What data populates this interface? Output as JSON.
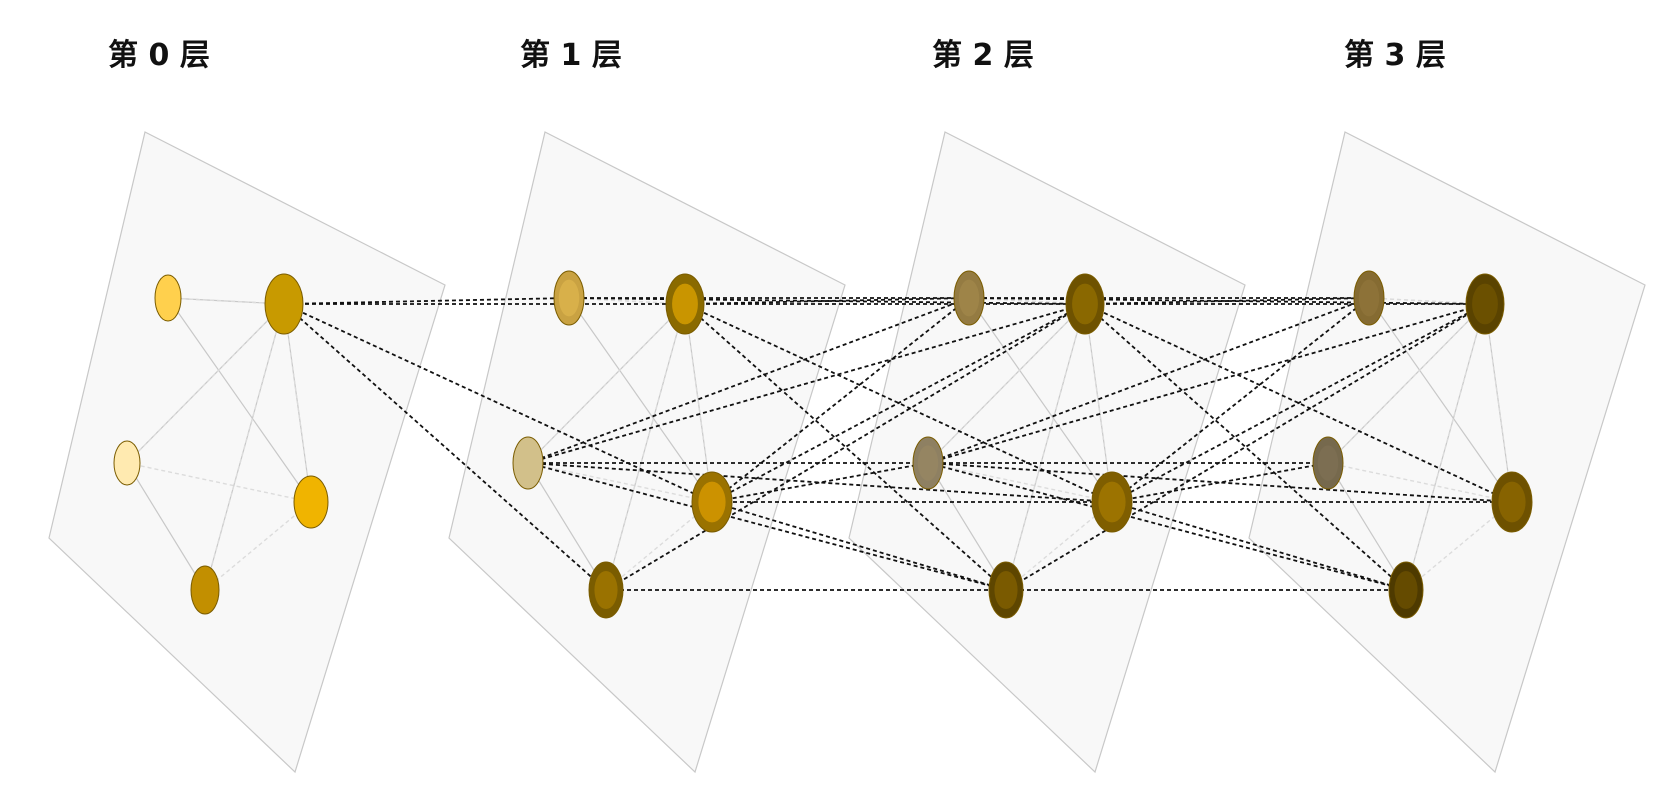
{
  "layers": [
    {
      "title": "第 0 层"
    },
    {
      "title": "第 1 层"
    },
    {
      "title": "第 2 层"
    },
    {
      "title": "第 3 层"
    }
  ],
  "colors": {
    "plane_fill": "#f8f8f8",
    "plane_stroke": "#c8c8c8",
    "intra_edge": "#c8c8c8",
    "faint_edge": "#dcdcdc",
    "cross_edge": "#111111",
    "node_outline": "#7a5c00"
  },
  "node_colors": {
    "layer0": [
      "#ffd04d",
      "#c89a00",
      "#ffeab0",
      "#f0b400",
      "#c28f00"
    ],
    "layer1": [
      "#c9a242",
      "#8a6a00",
      "#d2c08a",
      "#9a7200",
      "#7a5c00"
    ],
    "layer2": [
      "#947b42",
      "#6e5200",
      "#8e8062",
      "#7f5e00",
      "#5e4600"
    ],
    "layer3": [
      "#856b32",
      "#5a4300",
      "#76694d",
      "#6e5100",
      "#4e3a00"
    ]
  },
  "node_inner_colors": {
    "layer1": [
      "#d8b04a",
      "#c99500",
      "#d2c08a",
      "#cc9200",
      "#9a7200"
    ],
    "layer2": [
      "#9e8448",
      "#8a6800",
      "#958562",
      "#9c7300",
      "#7a5a00"
    ],
    "layer3": [
      "#8d7238",
      "#6b5000",
      "#7c6e52",
      "#876300",
      "#654b00"
    ]
  }
}
